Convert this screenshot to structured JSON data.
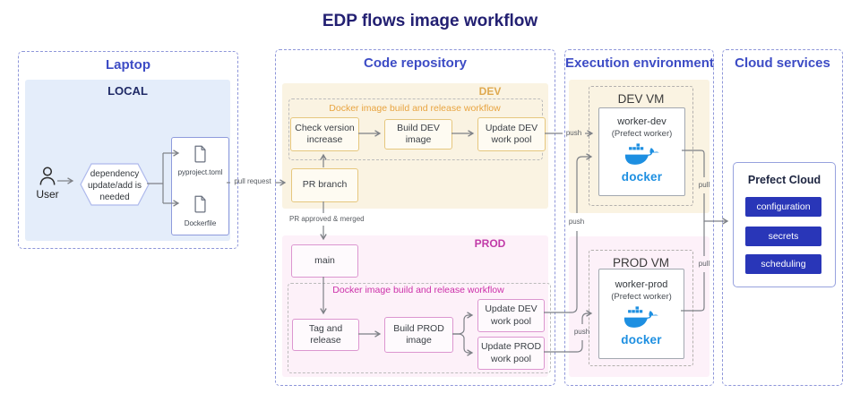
{
  "title": "EDP flows image workflow",
  "labels": {
    "pull_request": "pull request",
    "pr_merged": "PR approved & merged",
    "push": "push",
    "pull": "pull"
  },
  "laptop": {
    "title": "Laptop",
    "local": "LOCAL",
    "user": "User",
    "hexagon": "dependency update/add is needed",
    "files": [
      "pyproject.toml",
      "Dockerfile"
    ]
  },
  "code_repository": {
    "title": "Code repository",
    "dev": {
      "label": "DEV",
      "workflow": "Docker image build and release workflow",
      "steps": [
        "Check version increase",
        "Build DEV image",
        "Update DEV work pool"
      ],
      "pr_branch": "PR branch"
    },
    "prod": {
      "label": "PROD",
      "workflow": "Docker image build and release workflow",
      "main": "main",
      "steps": [
        "Tag and release",
        "Build PROD image",
        "Update DEV work pool",
        "Update PROD work pool"
      ]
    }
  },
  "execution_environment": {
    "title": "Execution environment",
    "dev_vm": {
      "label": "DEV VM",
      "worker": "worker-dev",
      "worker_type": "(Prefect worker)",
      "docker": "docker"
    },
    "prod_vm": {
      "label": "PROD VM",
      "worker": "worker-prod",
      "worker_type": "(Prefect worker)",
      "docker": "docker"
    }
  },
  "cloud_services": {
    "title": "Cloud services",
    "prefect_cloud": {
      "title": "Prefect Cloud",
      "items": [
        "configuration",
        "secrets",
        "scheduling"
      ]
    }
  },
  "colors": {
    "section_title_blue": "#3d4cc5",
    "main_title_navy": "#232072",
    "dev_accent": "#dfa94f",
    "prod_accent": "#c13ba8",
    "docker_blue": "#1d8fe1",
    "prefect_button_blue": "#2936b8"
  }
}
